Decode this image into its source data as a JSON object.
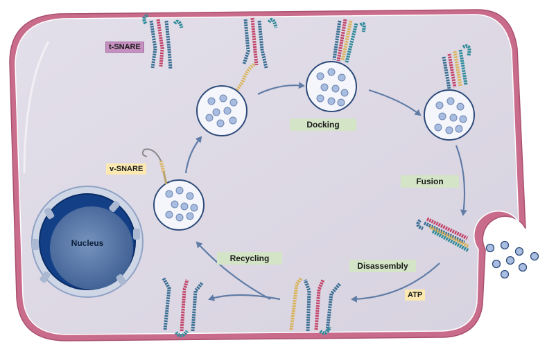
{
  "labels": {
    "t_snare": "t-SNARE",
    "v_snare": "v-SNARE",
    "docking": "Docking",
    "fusion": "Fusion",
    "disassembly": "Disassembly",
    "recycling": "Recycling",
    "atp": "ATP",
    "nucleus": "Nucleus"
  },
  "colors": {
    "membrane_outer": "#c96b8a",
    "cytoplasm": "#dcd7e3",
    "vesicle_dot": "#a9bde0",
    "vesicle_outline": "#2d4a7a",
    "arrow": "#607ca6",
    "nucleus_dark": "#123f86",
    "nucleus_light": "#5879a8",
    "snare_blue": "#3b6f93",
    "snare_red": "#c2456a",
    "snare_yellow": "#d9b45b",
    "snare_teal": "#2f8a99",
    "label_green": "#d4e4c6",
    "label_yellow": "#fbe9b1",
    "label_purple": "#c58fbf"
  }
}
